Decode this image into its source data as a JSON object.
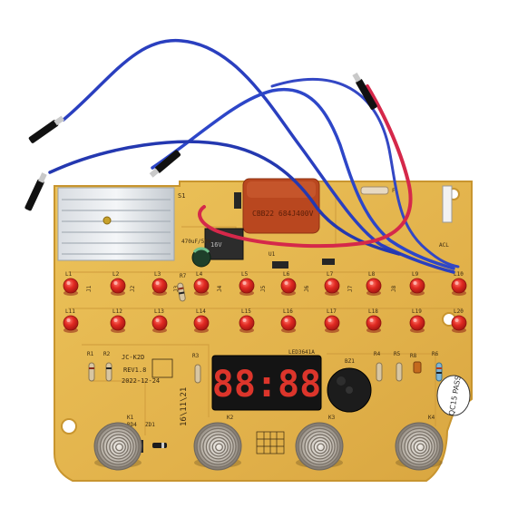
{
  "board": {
    "capacitor_label": "CBB22 684J400V",
    "electrolytic_label": "470uF/50V",
    "relay_label": "16V",
    "display_digits": "88:88",
    "display_part": "LED3641A",
    "model": "JC-K2D",
    "revision": "REV1.8",
    "date": "2022-12-24",
    "date_side": "16\\11\\21",
    "qc_stamp": "QC15 PASS",
    "ic_label": "U1",
    "buzzer_label": "BZ1",
    "connector_label": "ACL",
    "heatsink_label": "S1",
    "fuse_label": "F1",
    "jumper_labels": [
      "J1",
      "J2",
      "J3",
      "J4",
      "J5",
      "J6",
      "J7",
      "J8"
    ],
    "led_labels_top": [
      "L1",
      "L2",
      "L3",
      "L4",
      "L5",
      "L6",
      "L7",
      "L8",
      "L9",
      "L10"
    ],
    "led_labels_bottom": [
      "L11",
      "L12",
      "L13",
      "L14",
      "L15",
      "L16",
      "L17",
      "L18",
      "L19",
      "L20"
    ],
    "touch_labels": [
      "K1",
      "K2",
      "K3",
      "K4"
    ],
    "resistor_labels": [
      "R1",
      "R2",
      "R3",
      "R4",
      "R5",
      "R6",
      "R7",
      "R8"
    ],
    "diode_labels": [
      "ZD1",
      "RD4"
    ]
  },
  "colors": {
    "pcb": "#e3b44e",
    "pcb_edge": "#c8952f",
    "led": "#d71f1f",
    "capacitor": "#b9471f",
    "wire_blue": "#2a3fbf",
    "wire_red": "#d5284a",
    "display": "#141414",
    "segment": "#ff3b30"
  }
}
